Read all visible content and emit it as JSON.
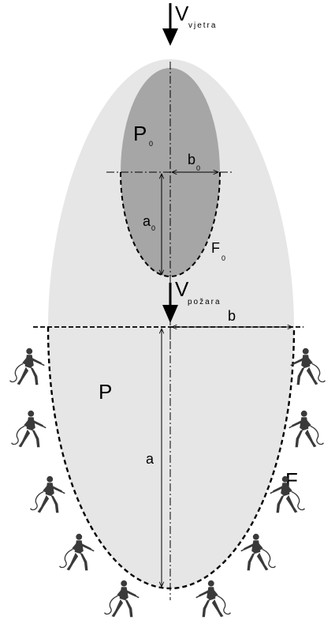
{
  "labels": {
    "v_symbol_top": "V",
    "v_sub_top": "vjetra",
    "p0": "P",
    "p0_sub": "0",
    "b0": "b",
    "b0_sub": "0",
    "a0": "a",
    "a0_sub": "0",
    "f0": "F",
    "f0_sub": "0",
    "v_symbol_mid": "V",
    "v_sub_mid": "požara",
    "b": "b",
    "p": "P",
    "a": "a",
    "f": "F"
  },
  "colors": {
    "outer_fill": "#e6e6e6",
    "inner_fill": "#a6a6a6",
    "lines": "#000000",
    "figure": "#3a3a3a"
  },
  "icons": [
    "firefighter-with-hose-icon"
  ]
}
